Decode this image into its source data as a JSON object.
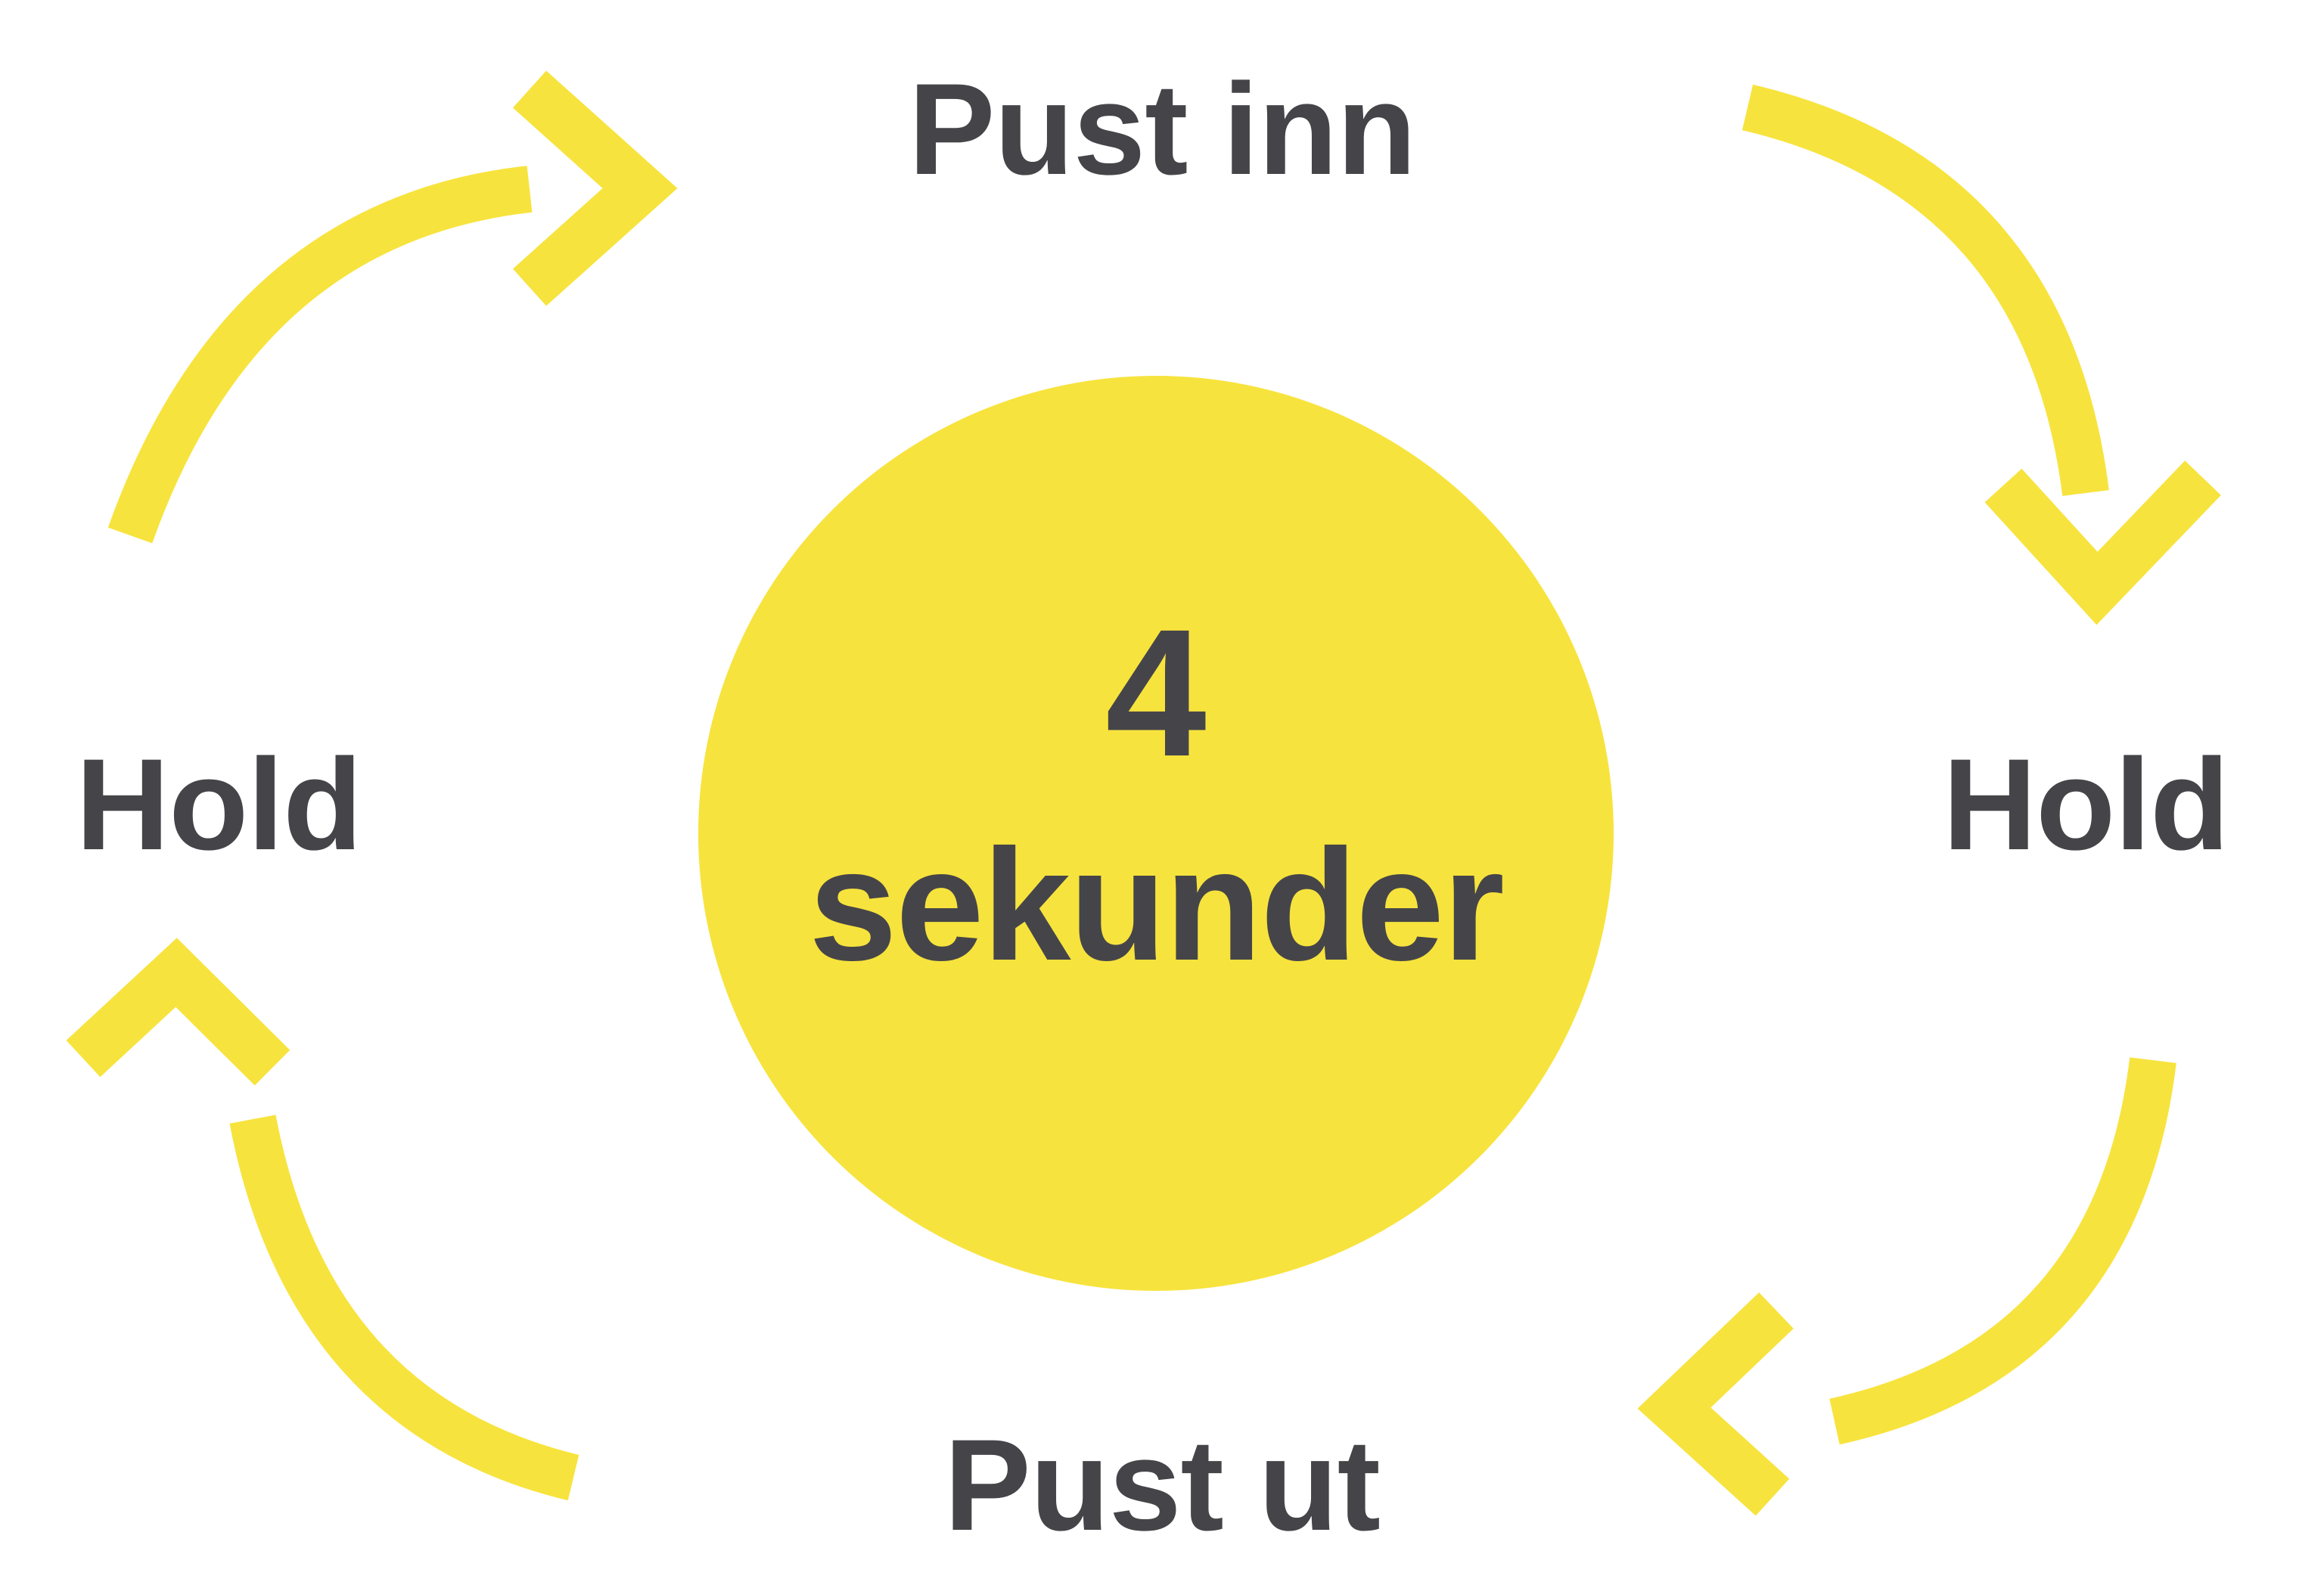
{
  "colors": {
    "yellow": "#F7E33D",
    "text": "#454549",
    "background": "#FFFFFF"
  },
  "steps": {
    "top": "Pust inn",
    "right": "Hold",
    "bottom": "Pust ut",
    "left": "Hold"
  },
  "center": {
    "value": "4",
    "unit": "sekunder"
  },
  "icons": {
    "top_left_arrow": "curved-arrow-pointing-right",
    "top_right_arrow": "curved-arrow-pointing-down",
    "bottom_right_arrow": "curved-arrow-pointing-left",
    "bottom_left_arrow": "curved-arrow-pointing-up"
  }
}
